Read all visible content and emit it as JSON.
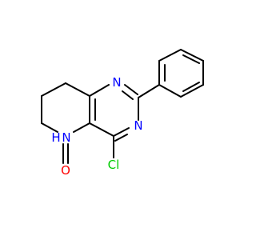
{
  "molecule": {
    "atoms": {
      "n1": {
        "label": "N",
        "color": "#0000ff"
      },
      "n3": {
        "label": "N",
        "color": "#0000ff"
      },
      "nh": {
        "label": "N",
        "color": "#0000ff"
      },
      "h": {
        "label": "H",
        "color": "#0000ff"
      },
      "o": {
        "label": "O",
        "color": "#ff0000"
      },
      "cl": {
        "label": "Cl",
        "color": "#00cc00"
      }
    },
    "bond_color": "#000000",
    "background": "#ffffff"
  }
}
